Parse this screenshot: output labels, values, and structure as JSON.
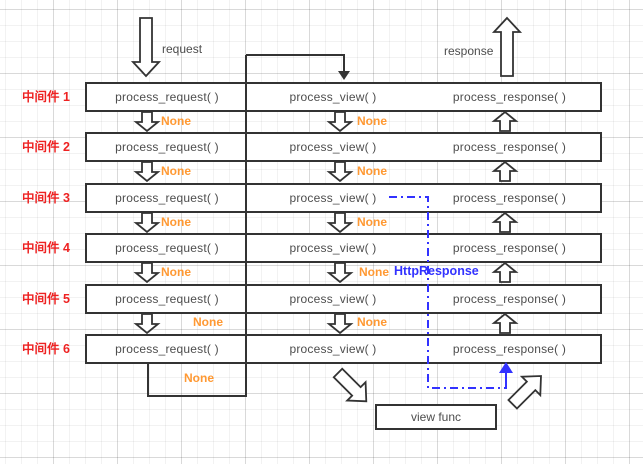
{
  "diagram": {
    "request_label": "request",
    "response_label": "response",
    "none_label": "None",
    "http_response_label": "HttpResponse",
    "view_func_label": "view func"
  },
  "middlewares": [
    {
      "name": "中间件 1",
      "request": "process_request( )",
      "view": "process_view( )",
      "response": "process_response( )"
    },
    {
      "name": "中间件 2",
      "request": "process_request( )",
      "view": "process_view( )",
      "response": "process_response( )"
    },
    {
      "name": "中间件 3",
      "request": "process_request( )",
      "view": "process_view( )",
      "response": "process_response( )"
    },
    {
      "name": "中间件 4",
      "request": "process_request( )",
      "view": "process_view( )",
      "response": "process_response( )"
    },
    {
      "name": "中间件 5",
      "request": "process_request( )",
      "view": "process_view( )",
      "response": "process_response( )"
    },
    {
      "name": "中间件 6",
      "request": "process_request( )",
      "view": "process_view( )",
      "response": "process_response( )"
    }
  ],
  "colors": {
    "line": "#333333",
    "box_text": "#4d4d4d",
    "middleware_label": "#ee2222",
    "none_label": "#ff9933",
    "http_response": "#3232ff"
  }
}
